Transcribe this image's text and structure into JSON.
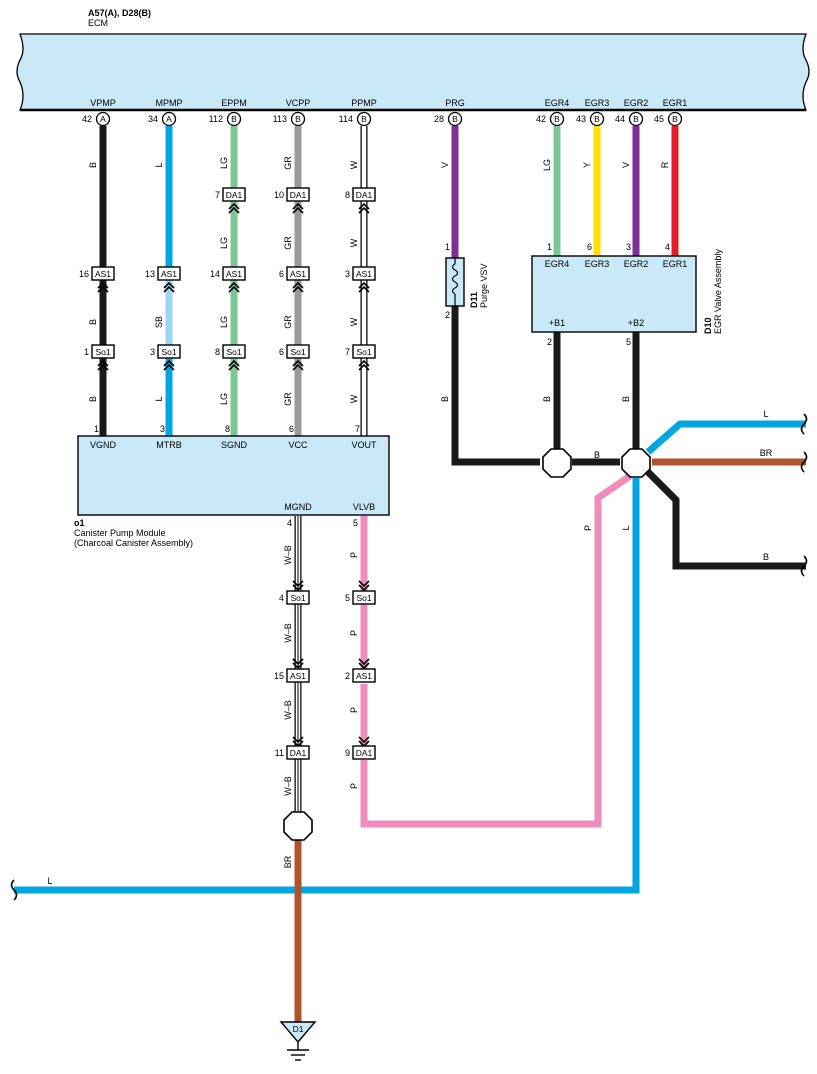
{
  "header": {
    "connectors": "A57(A), D28(B)",
    "ecm": "ECM"
  },
  "ecm_pins": [
    {
      "name": "VPMP",
      "pin": "42",
      "conn": "A"
    },
    {
      "name": "MPMP",
      "pin": "34",
      "conn": "A"
    },
    {
      "name": "EPPM",
      "pin": "112",
      "conn": "B"
    },
    {
      "name": "VCPP",
      "pin": "113",
      "conn": "B"
    },
    {
      "name": "PPMP",
      "pin": "114",
      "conn": "B"
    },
    {
      "name": "PRG",
      "pin": "28",
      "conn": "B"
    },
    {
      "name": "EGR4",
      "pin": "42",
      "conn": "B"
    },
    {
      "name": "EGR3",
      "pin": "43",
      "conn": "B"
    },
    {
      "name": "EGR2",
      "pin": "44",
      "conn": "B"
    },
    {
      "name": "EGR1",
      "pin": "45",
      "conn": "B"
    }
  ],
  "wire_colors": {
    "B": "#1a1a1a",
    "L": "#00a6e0",
    "LG": "#7dc796",
    "GR": "#9a9a9a",
    "W": "#ffffff",
    "V": "#7b3294",
    "Y": "#ffe000",
    "R": "#e41e26",
    "SB": "#9ad6f2",
    "P": "#ee8cbb",
    "BR": "#b0532e",
    "W-B": "#ffffff"
  },
  "wire_codes": {
    "B": "B",
    "L": "L",
    "LG": "LG",
    "GR": "GR",
    "W": "W",
    "V": "V",
    "Y": "Y",
    "R": "R",
    "SB": "SB",
    "P": "P",
    "BR": "BR",
    "WB": "W–B"
  },
  "connectors": {
    "da1": "DA1",
    "as1": "AS1",
    "so1": "So1",
    "d1": "D1"
  },
  "connector_pins": {
    "da1_eppm": "7",
    "da1_vcpp": "10",
    "da1_ppmp": "8",
    "as1_vpmp": "16",
    "as1_mpmp": "13",
    "as1_eppm": "14",
    "as1_vcpp": "6",
    "as1_ppmp": "3",
    "so1_vpmp": "1",
    "so1_mpmp": "3",
    "so1_eppm": "8",
    "so1_vcpp": "6",
    "so1_ppmp": "7",
    "so1_mgnd": "4",
    "so1_vlvb": "5",
    "as1_mgnd": "15",
    "as1_vlvb": "2",
    "da1_mgnd": "11",
    "da1_vlvb": "9"
  },
  "canister_module": {
    "id": "o1",
    "name_line1": "Canister Pump Module",
    "name_line2": "(Charcoal Canister Assembly)",
    "pins": [
      {
        "name": "VGND",
        "pin": "1"
      },
      {
        "name": "MTRB",
        "pin": "3"
      },
      {
        "name": "SGND",
        "pin": "8"
      },
      {
        "name": "VCC",
        "pin": "6"
      },
      {
        "name": "VOUT",
        "pin": "7"
      }
    ],
    "bottom_pins": [
      {
        "name": "MGND",
        "pin": "4"
      },
      {
        "name": "VLVB",
        "pin": "5"
      }
    ]
  },
  "purge_vsv": {
    "id": "D11",
    "name": "Purge VSV",
    "pin_top": "1",
    "pin_bottom": "2"
  },
  "egr_valve": {
    "id": "D10",
    "name": "EGR Valve Assembly",
    "pins": [
      {
        "name": "EGR4",
        "pin": "1"
      },
      {
        "name": "EGR3",
        "pin": "6"
      },
      {
        "name": "EGR2",
        "pin": "3"
      },
      {
        "name": "EGR1",
        "pin": "4"
      }
    ],
    "bottom_pins": [
      {
        "name": "+B1",
        "pin": "2"
      },
      {
        "name": "+B2",
        "pin": "5"
      }
    ]
  }
}
